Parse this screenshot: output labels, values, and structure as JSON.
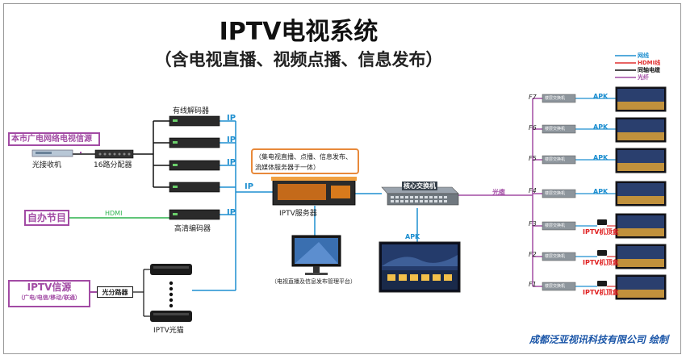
{
  "title": "IPTV电视系统",
  "subtitle": "（含电视直播、视频点播、信息发布）",
  "legend": [
    {
      "label": "网线",
      "color": "#1e8fd0"
    },
    {
      "label": "HDMI线",
      "color": "#e03030"
    },
    {
      "label": "同轴电缆",
      "color": "#111111"
    },
    {
      "label": "光纤",
      "color": "#a24ba4"
    }
  ],
  "sources": {
    "cable": "本市广电网络电视信源",
    "own": "自办节目",
    "iptv_title": "IPTV信源",
    "iptv_sub": "（广电/电信/移动/联通）"
  },
  "devices": {
    "optical_receiver": "光接收机",
    "splitter16": "16路分配器",
    "cable_decoder": "有线解码器",
    "hd_encoder": "高清编码器",
    "optical_splitter": "光分路器",
    "iptv_modem": "IPTV光猫",
    "server": "IPTV服务器",
    "server_note": "（集电视直播、点播、信息发布、流媒体服务器于一体）",
    "platform": "（电视直播及信息发布管理平台）",
    "core_switch": "核心交换机",
    "floor_switch": "楼层交换机"
  },
  "links": {
    "ip": "IP",
    "hdmi": "HDMI",
    "fiber": "光缆",
    "apk": "APK",
    "iptv_stb": "IPTV机顶盒"
  },
  "floors": [
    "F7",
    "F6",
    "F5",
    "F4",
    "F3",
    "F2",
    "F1"
  ],
  "footer": "成都泛亚视讯科技有限公司  绘制"
}
